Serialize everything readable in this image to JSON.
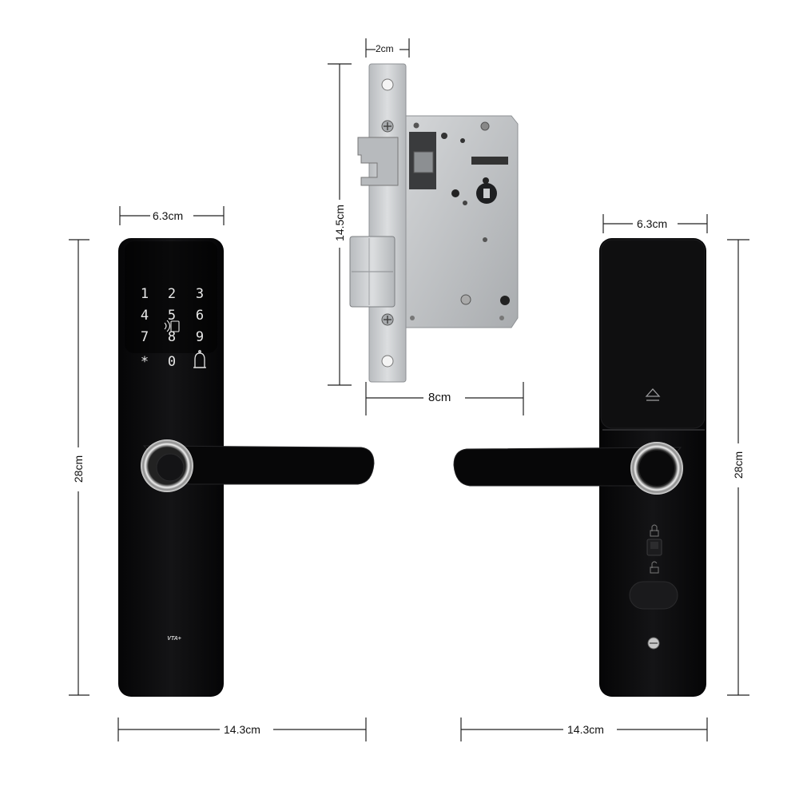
{
  "dimensions": {
    "mortise_width": "2cm",
    "mortise_height": "14.5cm",
    "mortise_depth": "8cm",
    "front_panel_width": "6.3cm",
    "front_panel_height": "28cm",
    "front_handle_span": "14.3cm",
    "back_panel_width": "6.3cm",
    "back_panel_height": "28cm",
    "back_handle_span": "14.3cm"
  },
  "keypad": {
    "keys": [
      "1",
      "2",
      "3",
      "4",
      "5",
      "6",
      "7",
      "8",
      "9",
      "*",
      "0"
    ],
    "bell_icon": "bell-icon",
    "card_icon": "card-reader-icon"
  },
  "brand_mark": "VTA+",
  "colors": {
    "lock_body": "#0b0b0c",
    "mortise_steel": "#c9cbcd",
    "dimension_line": "#222222",
    "keypad_digit": "#e8e8e8"
  }
}
